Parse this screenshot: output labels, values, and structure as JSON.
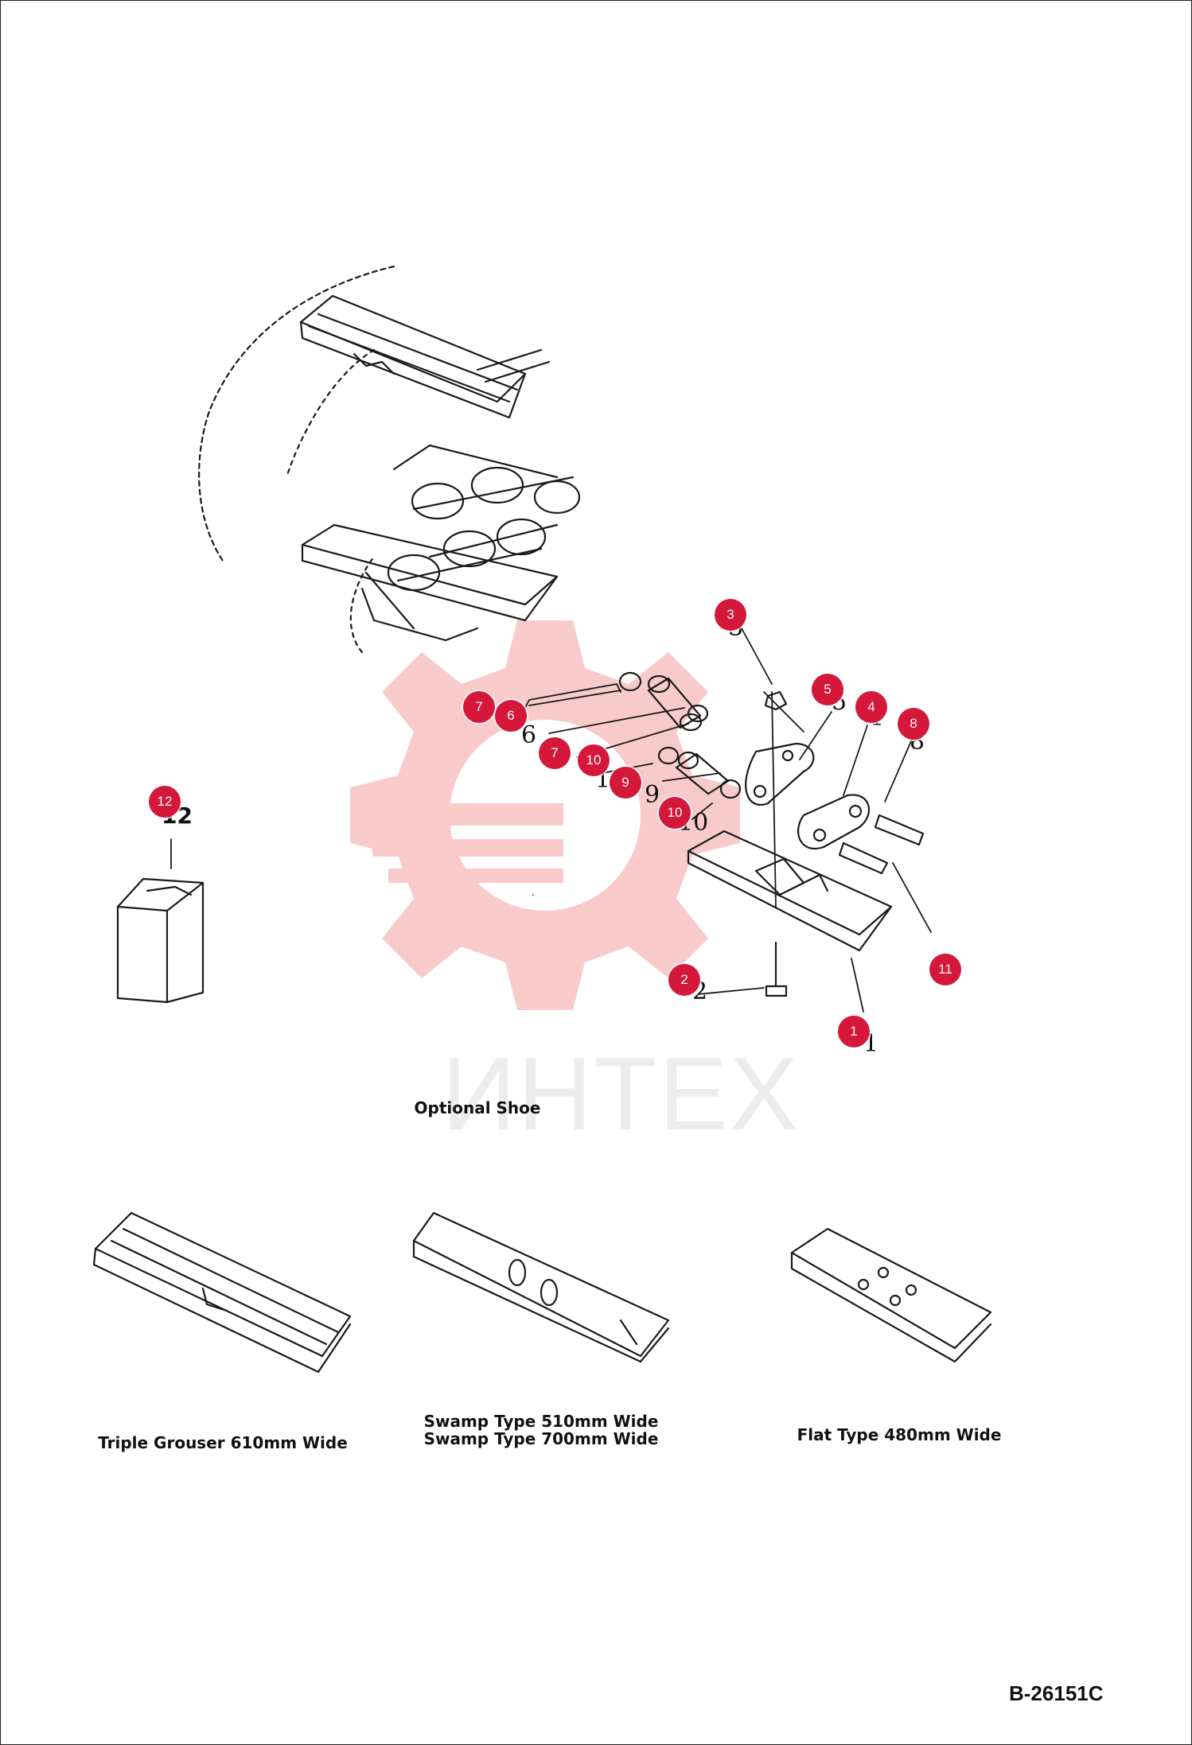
{
  "drawing_code": "B-26151C",
  "watermark_text": "ИНТЕХ",
  "captions": {
    "optional_shoe": "Optional Shoe",
    "triple_grouser": "Triple Grouser 610mm Wide",
    "swamp_510": "Swamp Type 510mm Wide",
    "swamp_700": "Swamp Type 700mm Wide",
    "flat_type": "Flat Type 480mm Wide"
  },
  "part_numbers": {
    "n1": "1",
    "n2": "2",
    "n3": "3",
    "n4": "4",
    "n5": "5",
    "n6": "6",
    "n8": "8",
    "n9": "9",
    "n10a": "10",
    "n10b": "10",
    "n12": "12"
  },
  "callouts": {
    "c1": "1",
    "c2": "2",
    "c3": "3",
    "c4": "4",
    "c5": "5",
    "c6": "6",
    "c7a": "7",
    "c7b": "7",
    "c8": "8",
    "c9": "9",
    "c10a": "10",
    "c10b": "10",
    "c11": "11",
    "c12": "12"
  },
  "colors": {
    "callout": "#d5173a",
    "line": "#1a1a1a",
    "watermark": "#f3b3b3"
  }
}
